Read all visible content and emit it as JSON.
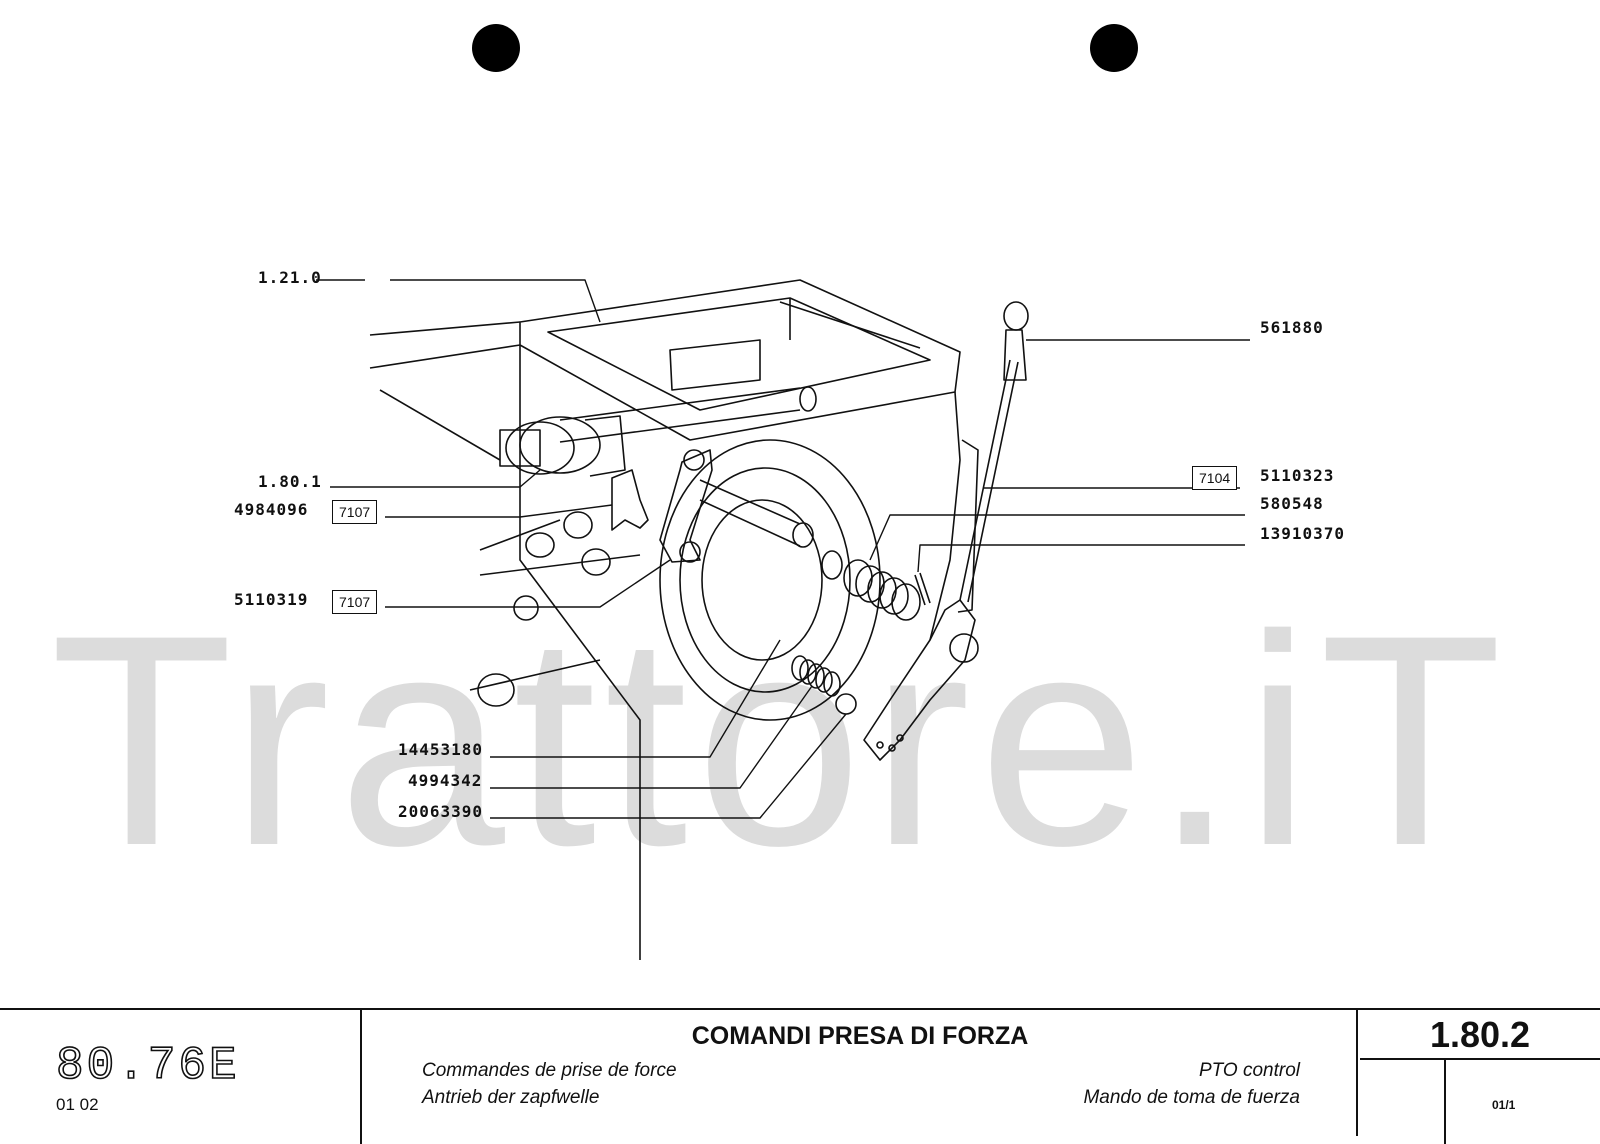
{
  "watermark": "Trattore.iT",
  "labels": {
    "p_1_21_0": "1.21.0",
    "p_561880": "561880",
    "p_1_80_1": "1.80.1",
    "p_4984096": "4984096",
    "p_5110323": "5110323",
    "p_580548": "580548",
    "p_13910370": "13910370",
    "p_5110319": "5110319",
    "p_14453180": "14453180",
    "p_4994342": "4994342",
    "p_20063390": "20063390"
  },
  "boxes": {
    "b_7107_a": "7107",
    "b_7107_b": "7107",
    "b_7104": "7104"
  },
  "footer": {
    "model": "80.76E",
    "model_code": "01  02",
    "title": "COMANDI PRESA DI FORZA",
    "fr": "Commandes de prise de force",
    "de": "Antrieb der zapfwelle",
    "en": "PTO control",
    "es": "Mando de toma de fuerza",
    "page": "1.80.2",
    "sheet": "01/1"
  }
}
